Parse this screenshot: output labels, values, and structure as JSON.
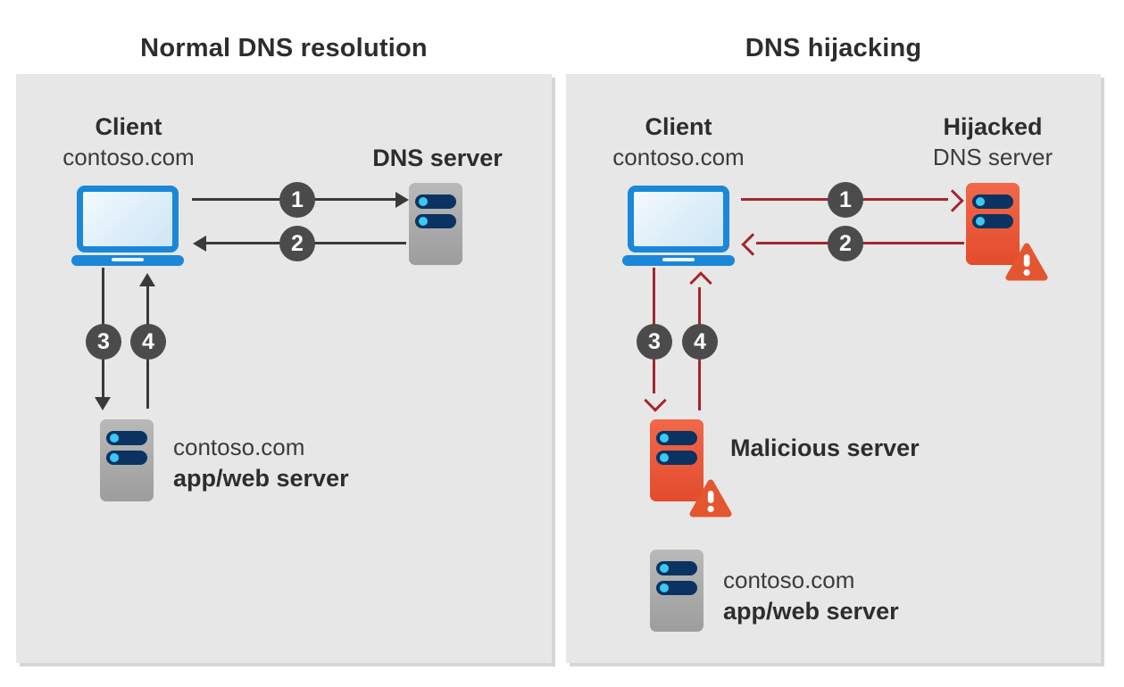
{
  "colors": {
    "panel_bg": "#e7e7e7",
    "arrow_normal": "#3a3a3a",
    "arrow_hijacked": "#a4262c",
    "step_badge_bg": "#4b4b4b",
    "laptop_blue": "#1b87d8",
    "server_gray": "#a9a9a9",
    "server_orange": "#e85c3a",
    "drive_bar_navy": "#0b3361",
    "drive_dot_cyan": "#3cc8f4"
  },
  "left": {
    "title": "Normal DNS resolution",
    "client": {
      "name": "Client",
      "domain": "contoso.com"
    },
    "dns_server_label": "DNS server",
    "app_server": {
      "domain": "contoso.com",
      "label": "app/web server"
    },
    "steps": [
      "1",
      "2",
      "3",
      "4"
    ]
  },
  "right": {
    "title": "DNS hijacking",
    "client": {
      "name": "Client",
      "domain": "contoso.com"
    },
    "dns_server_label_line1": "Hijacked",
    "dns_server_label_line2": "DNS server",
    "malicious_server_label": "Malicious server",
    "app_server": {
      "domain": "contoso.com",
      "label": "app/web server"
    },
    "steps": [
      "1",
      "2",
      "3",
      "4"
    ]
  }
}
